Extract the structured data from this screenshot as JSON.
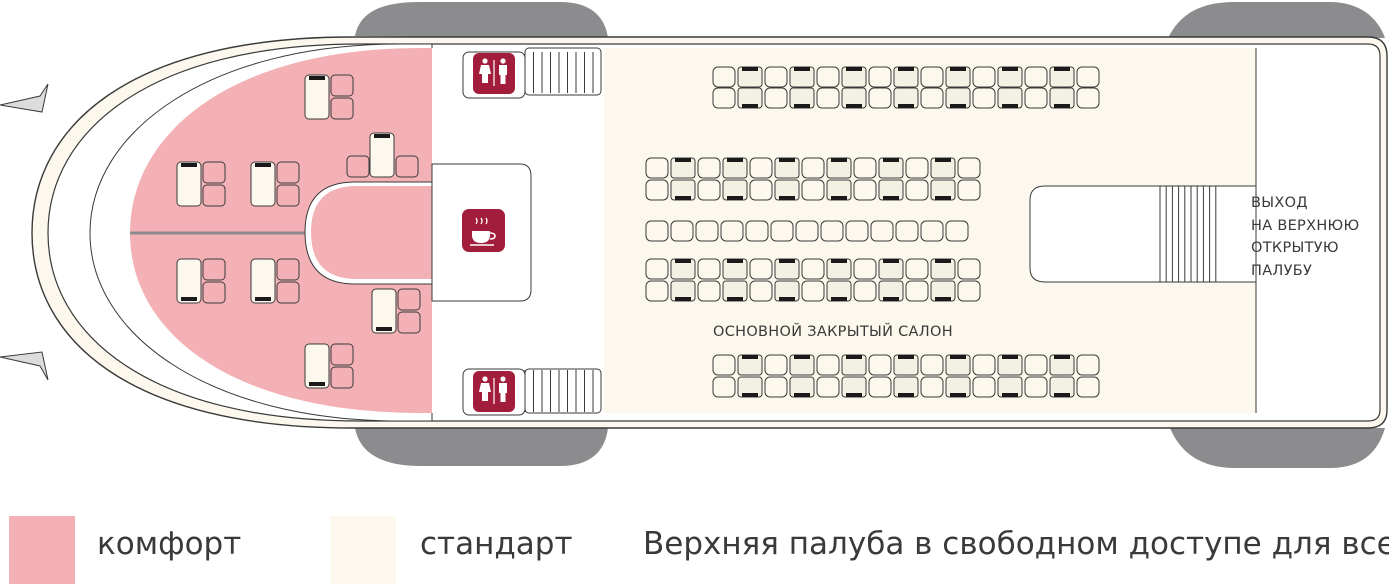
{
  "colors": {
    "comfort": "#f3b1b5",
    "standard": "#fcf8ed",
    "accent": "#a21d3b",
    "hull_gray": "#8c8c8e",
    "outline": "#3a3a3a"
  },
  "labels": {
    "exit_lines": [
      "ВЫХОД",
      "НА ВЕРХНЮЮ",
      "ОТКРЫТУЮ",
      "ПАЛУБУ"
    ],
    "main_salon": "ОСНОВНОЙ ЗАКРЫТЫЙ САЛОН"
  },
  "icons": {
    "wc_top": "restroom-icon",
    "wc_bottom": "restroom-icon",
    "cafe": "coffee-cup-icon"
  },
  "legend": [
    {
      "name": "comfort",
      "label": "комфорт",
      "color": "#f3b1b5"
    },
    {
      "name": "standard",
      "label": "стандарт",
      "color": "#fcf8ed"
    },
    {
      "name": "note",
      "label": "Верхняя палуба в свободном доступе для всех",
      "color": ""
    }
  ],
  "seat_rows": [
    {
      "pattern": "sfsfsfsfsfsfsfs"
    },
    {
      "pattern": "sfsfsfsfsfsfsfs"
    },
    {
      "pattern": "sfsfsfsfsfsfs"
    },
    {
      "pattern": "sfsfsfsfsfsfs"
    },
    {
      "pattern": "sssssssssssss"
    },
    {
      "pattern": "sfsfsfsfsfsfs"
    },
    {
      "pattern": "sfsfsfsfsfsfs"
    },
    {
      "pattern": "sfsfsfsfsfsfsfs"
    },
    {
      "pattern": "sfsfsfsfsfsfsfs"
    }
  ]
}
